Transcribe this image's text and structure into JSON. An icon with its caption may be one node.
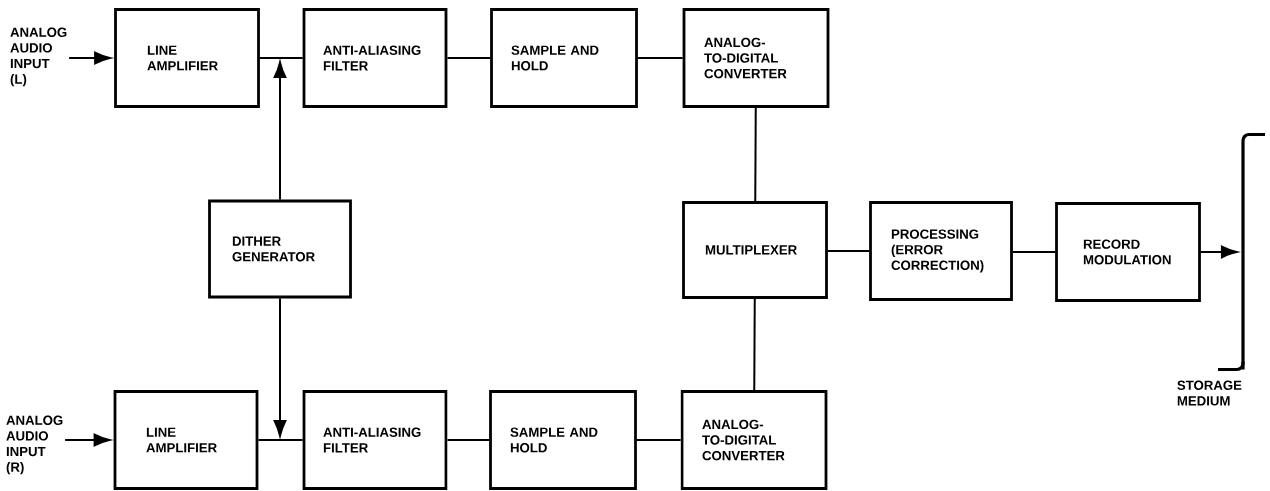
{
  "diagram": {
    "nodes": [
      {
        "text": [
          "ANALOG AUDIO INPUT (L)"
        ]
      },
      {
        "text": [
          "LINE AMPLIFIER"
        ]
      },
      {
        "text": [
          "ANTI-ALIASING FILTER"
        ]
      },
      {
        "text": [
          "SAMPLE AND HOLD"
        ]
      },
      {
        "text": [
          "ANALOG-TO-DIGITAL CONVERTER"
        ]
      },
      {
        "text": [
          "DITHER GENERATOR"
        ]
      },
      {
        "text": [
          "MULTIPLEXER"
        ]
      },
      {
        "text": [
          "PROCESSING (ERROR CORRECTION)"
        ]
      },
      {
        "text": [
          "RECORD MODULATION"
        ]
      },
      {
        "text": [],
        "shape": "bracket"
      },
      {
        "text": [
          "ANALOG AUDIO INPUT (R)"
        ]
      },
      {
        "text": [
          "LINE AMPLIFIER"
        ]
      },
      {
        "text": [
          "ANTI-ALIASING FILTER"
        ]
      },
      {
        "text": [
          "SAMPLE AND HOLD"
        ]
      },
      {
        "text": [
          "ANALOG-TO-DIGITAL CONVERTER"
        ]
      }
    ],
    "edges": [
      {
        "from": 0,
        "to": 1,
        "arrow": "to"
      },
      {
        "from": 1,
        "to": 2,
        "arrow": "none"
      },
      {
        "from": 5,
        "to": 2,
        "arrow": "to"
      },
      {
        "from": 2,
        "to": 3,
        "arrow": "none"
      },
      {
        "from": 3,
        "to": 4,
        "arrow": "none"
      },
      {
        "from": 4,
        "to": 6,
        "arrow": "none"
      },
      {
        "from": 6,
        "to": 7,
        "arrow": "none"
      },
      {
        "from": 7,
        "to": 8,
        "arrow": "none"
      },
      {
        "from": 8,
        "to": 9,
        "arrow": "to"
      },
      {
        "from": 10,
        "to": 11,
        "arrow": "to"
      },
      {
        "from": 11,
        "to": 12,
        "arrow": "none"
      },
      {
        "from": 5,
        "to": 12,
        "arrow": "to"
      },
      {
        "from": 12,
        "to": 13,
        "arrow": "none"
      },
      {
        "from": 13,
        "to": 14,
        "arrow": "none"
      },
      {
        "from": 14,
        "to": 6,
        "arrow": "none"
      }
    ],
    "labels": [
      "STORAGE MEDIUM"
    ]
  }
}
